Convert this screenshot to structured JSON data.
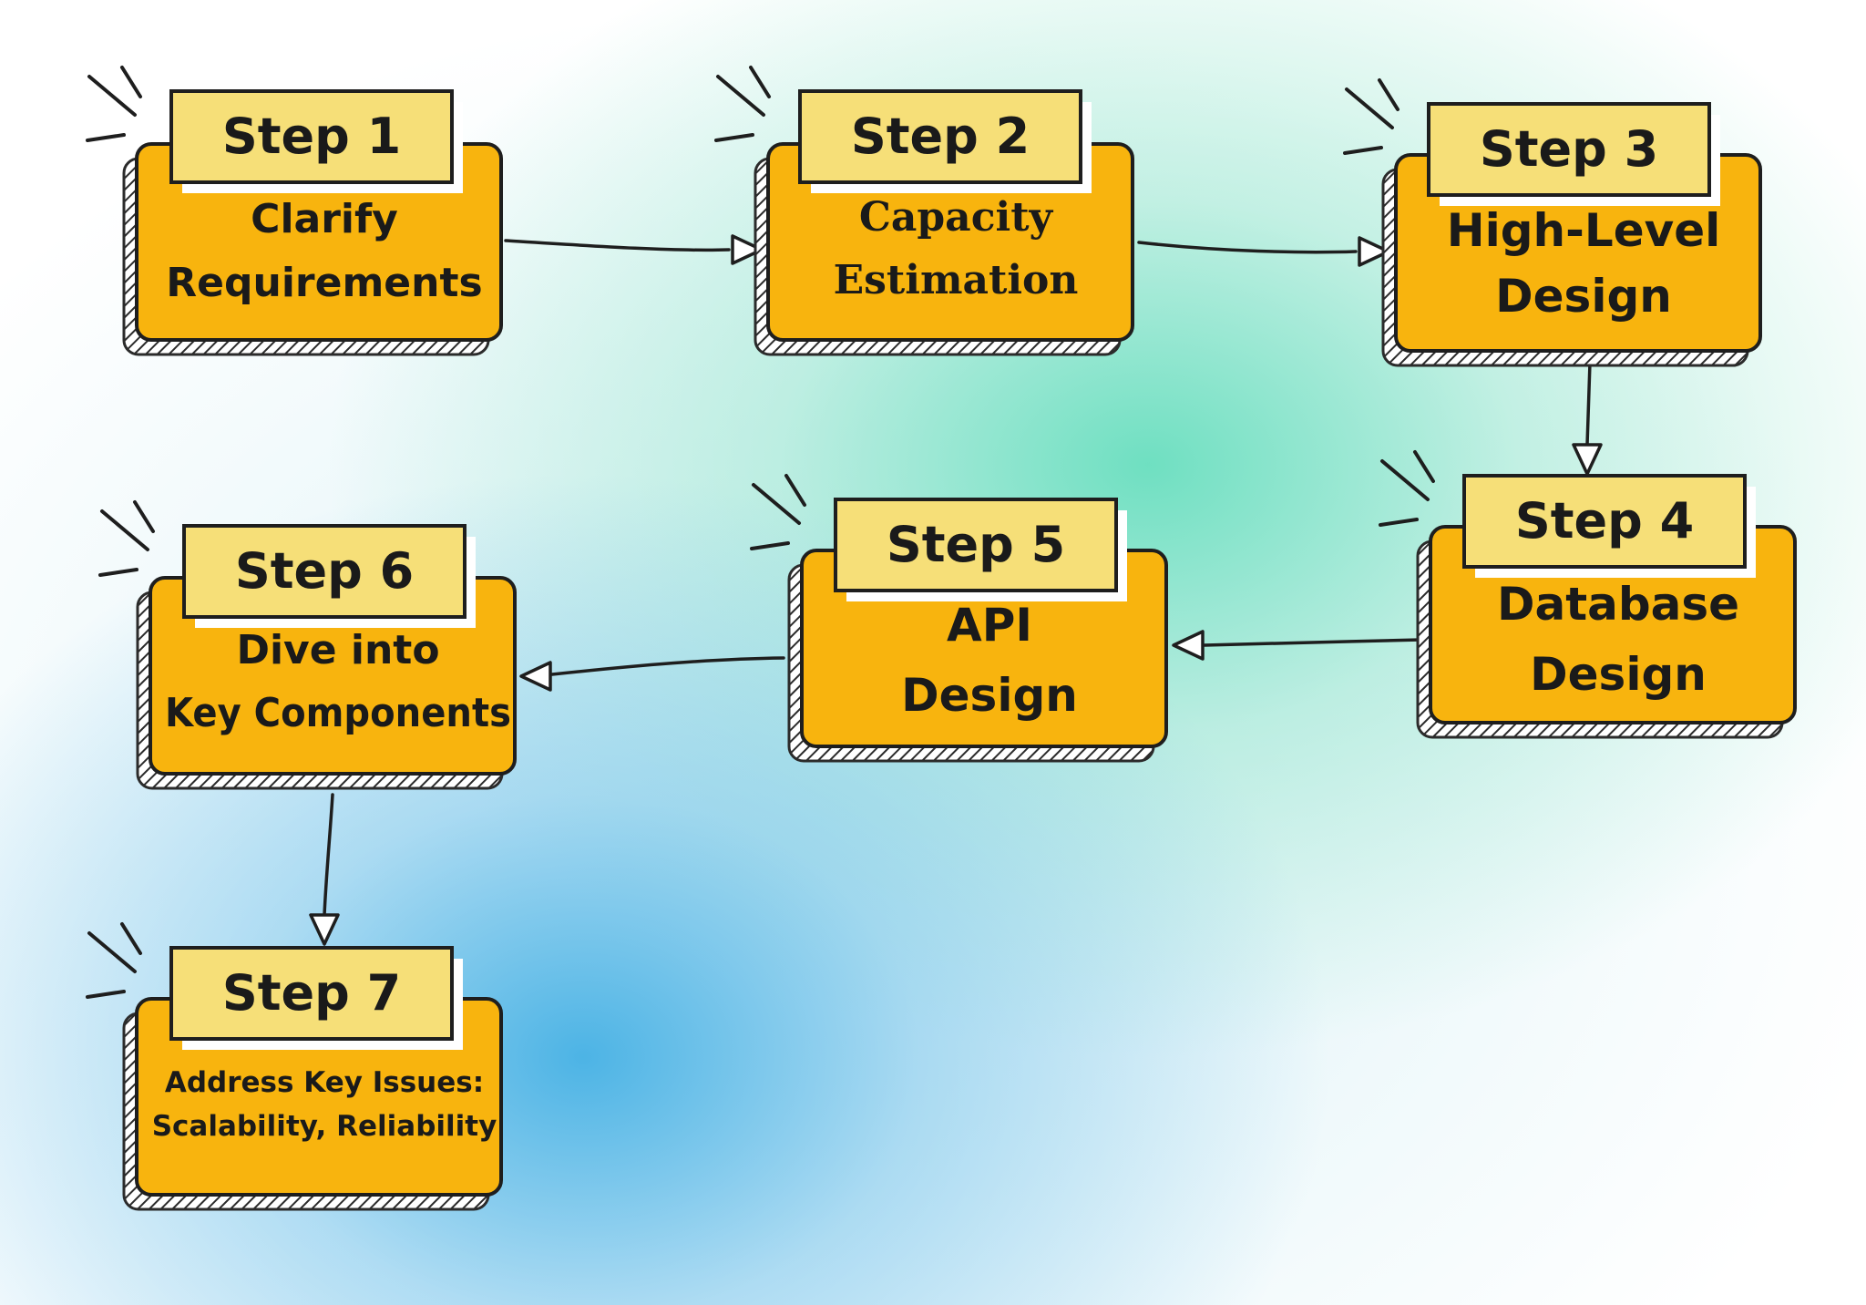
{
  "diagram": {
    "steps": [
      {
        "id": "step-1",
        "label": "Step 1",
        "description": [
          "Clarify",
          "Requirements"
        ]
      },
      {
        "id": "step-2",
        "label": "Step 2",
        "description": [
          "Capacity",
          "Estimation"
        ]
      },
      {
        "id": "step-3",
        "label": "Step 3",
        "description": [
          "High-Level",
          "Design"
        ]
      },
      {
        "id": "step-4",
        "label": "Step 4",
        "description": [
          "Database",
          "Design"
        ]
      },
      {
        "id": "step-5",
        "label": "Step 5",
        "description": [
          "API",
          "Design"
        ]
      },
      {
        "id": "step-6",
        "label": "Step 6",
        "description": [
          "Dive  into",
          "Key Components"
        ]
      },
      {
        "id": "step-7",
        "label": "Step 7",
        "description": [
          "Address Key Issues:",
          "Scalability, Reliability"
        ]
      }
    ],
    "connections": [
      {
        "from": "step-1",
        "to": "step-2"
      },
      {
        "from": "step-2",
        "to": "step-3"
      },
      {
        "from": "step-3",
        "to": "step-4"
      },
      {
        "from": "step-4",
        "to": "step-5"
      },
      {
        "from": "step-5",
        "to": "step-6"
      },
      {
        "from": "step-6",
        "to": "step-7"
      }
    ],
    "colors": {
      "card": "#f8b40e",
      "label": "#f6df78",
      "outline": "#1e1e1e",
      "bg_teal": "#68debe",
      "bg_blue": "#44b0e4"
    }
  }
}
